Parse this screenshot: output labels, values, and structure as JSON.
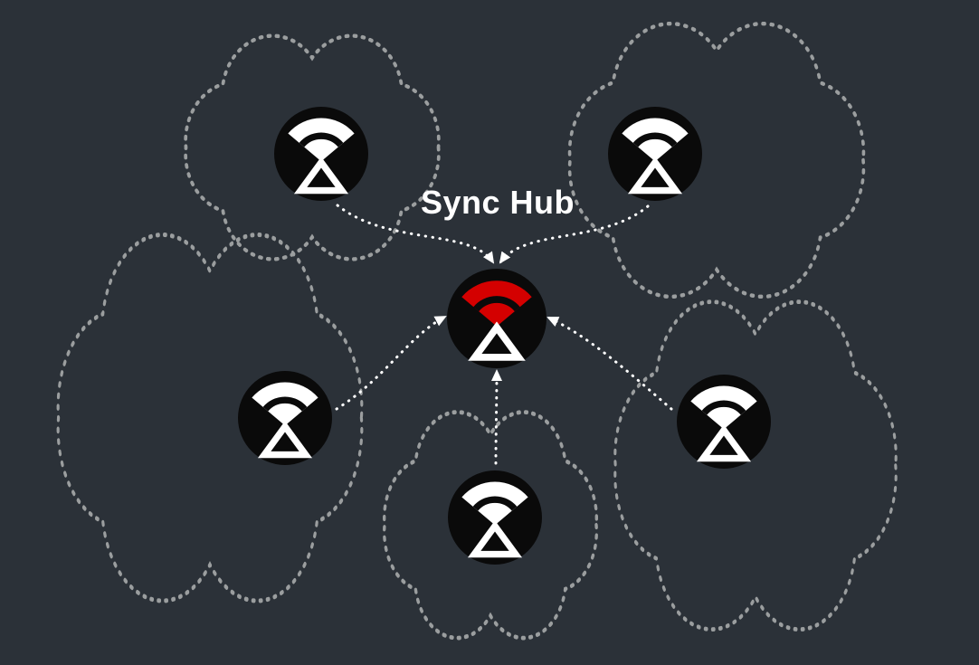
{
  "diagram": {
    "title": "Sync Hub",
    "hub": {
      "label": "Sync Hub",
      "role": "central-sync-hub"
    },
    "devices": [
      {
        "id": "device-top-left"
      },
      {
        "id": "device-top-right"
      },
      {
        "id": "device-mid-left"
      },
      {
        "id": "device-mid-right"
      },
      {
        "id": "device-bottom-center"
      }
    ],
    "connections": [
      {
        "from": "device-top-left",
        "to": "sync-hub"
      },
      {
        "from": "device-top-right",
        "to": "sync-hub"
      },
      {
        "from": "device-mid-left",
        "to": "sync-hub"
      },
      {
        "from": "device-mid-right",
        "to": "sync-hub"
      },
      {
        "from": "device-bottom-center",
        "to": "sync-hub"
      }
    ]
  },
  "colors": {
    "background": "#2b3138",
    "cloud_outline": "#9b9e9f",
    "arrow": "#ffffff",
    "node_fill": "#0a0a0a",
    "node_symbol": "#ffffff",
    "hub_accent": "#d40000"
  }
}
